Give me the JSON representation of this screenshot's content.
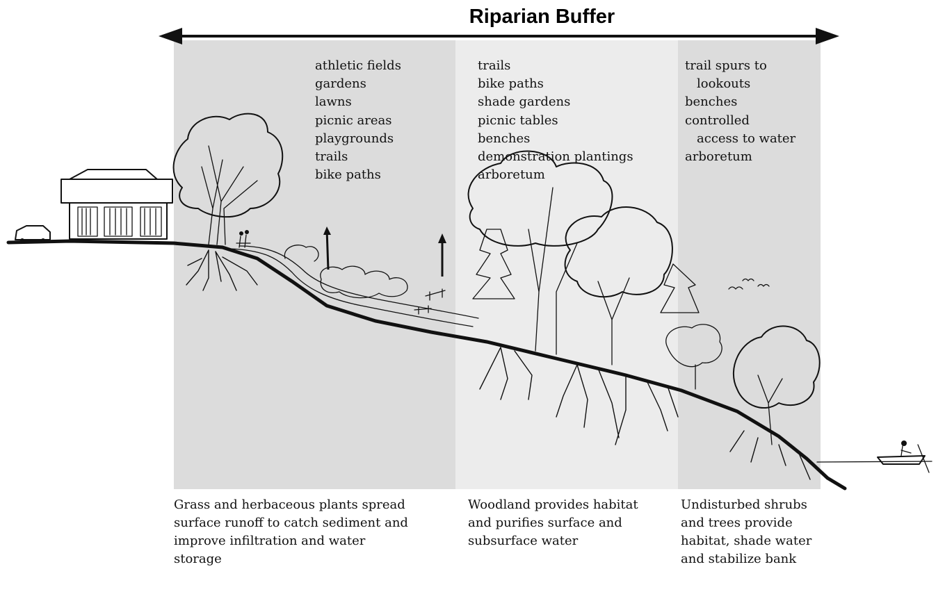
{
  "title": "Riparian Buffer",
  "zones": [
    {
      "id": "grass",
      "uses": [
        "athletic fields",
        "gardens",
        "lawns",
        "picnic areas",
        "playgrounds",
        "trails",
        "bike paths"
      ],
      "caption": [
        "Grass and herbaceous plants spread",
        "surface runoff to catch sediment and",
        "improve infiltration and water",
        "storage"
      ]
    },
    {
      "id": "woodland",
      "uses": [
        "trails",
        "bike paths",
        "shade gardens",
        "picnic tables",
        "benches",
        "demonstration plantings",
        "arboretum"
      ],
      "caption": [
        "Woodland provides habitat",
        "and purifies surface and",
        "subsurface water"
      ]
    },
    {
      "id": "shrubs",
      "uses": [
        "trail spurs to",
        "lookouts",
        "benches",
        "controlled",
        "access to water",
        "arboretum"
      ],
      "caption": [
        "Undisturbed shrubs",
        "and trees provide",
        "habitat, shade water",
        "and stabilize bank"
      ]
    }
  ],
  "colors": {
    "zone_grass": "#dcdcdc",
    "zone_woodland": "#ececec",
    "zone_shrubs": "#dcdcdc",
    "ink": "#111111"
  }
}
